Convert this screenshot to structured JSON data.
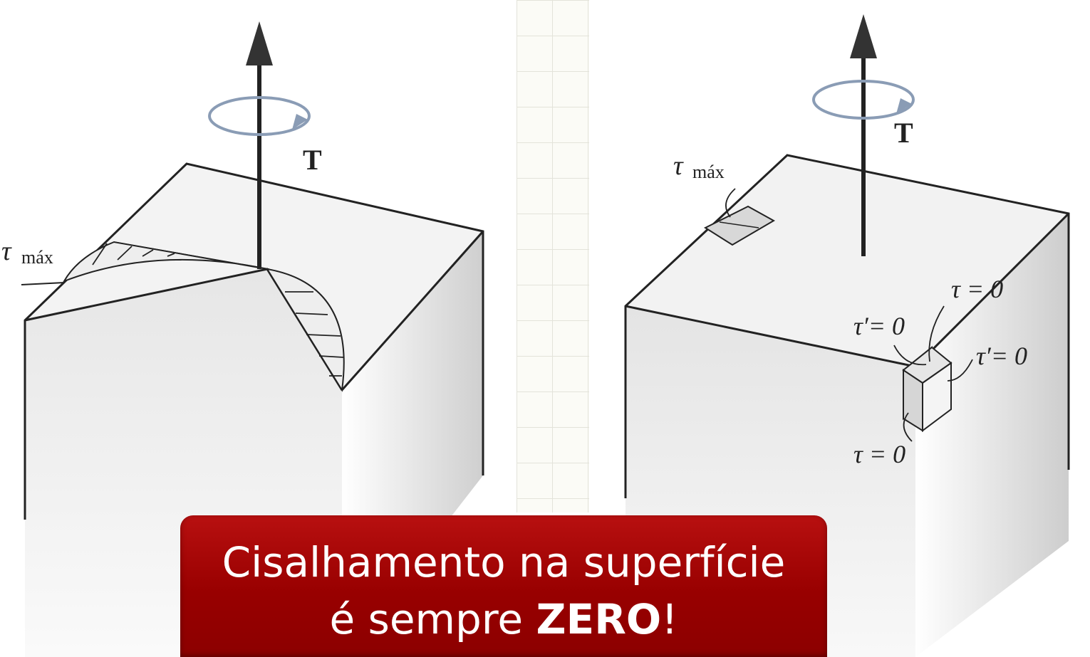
{
  "left": {
    "torque_label": "T",
    "tau_symbol": "τ",
    "tau_subscript": "máx"
  },
  "right": {
    "torque_label": "T",
    "tau_symbol": "τ",
    "tau_subscript": "máx",
    "tau_top": "τ = 0",
    "tau_prime_left": "τ′= 0",
    "tau_prime_right": "τ′= 0",
    "tau_bottom": "τ = 0"
  },
  "banner": {
    "line1": "Cisalhamento na superfície",
    "line2_prefix": "é sempre ",
    "line2_bold": "ZERO",
    "line2_suffix": "!"
  },
  "colors": {
    "banner": "#a00000",
    "banner_text": "#ffffff",
    "drawing": "#222222"
  }
}
